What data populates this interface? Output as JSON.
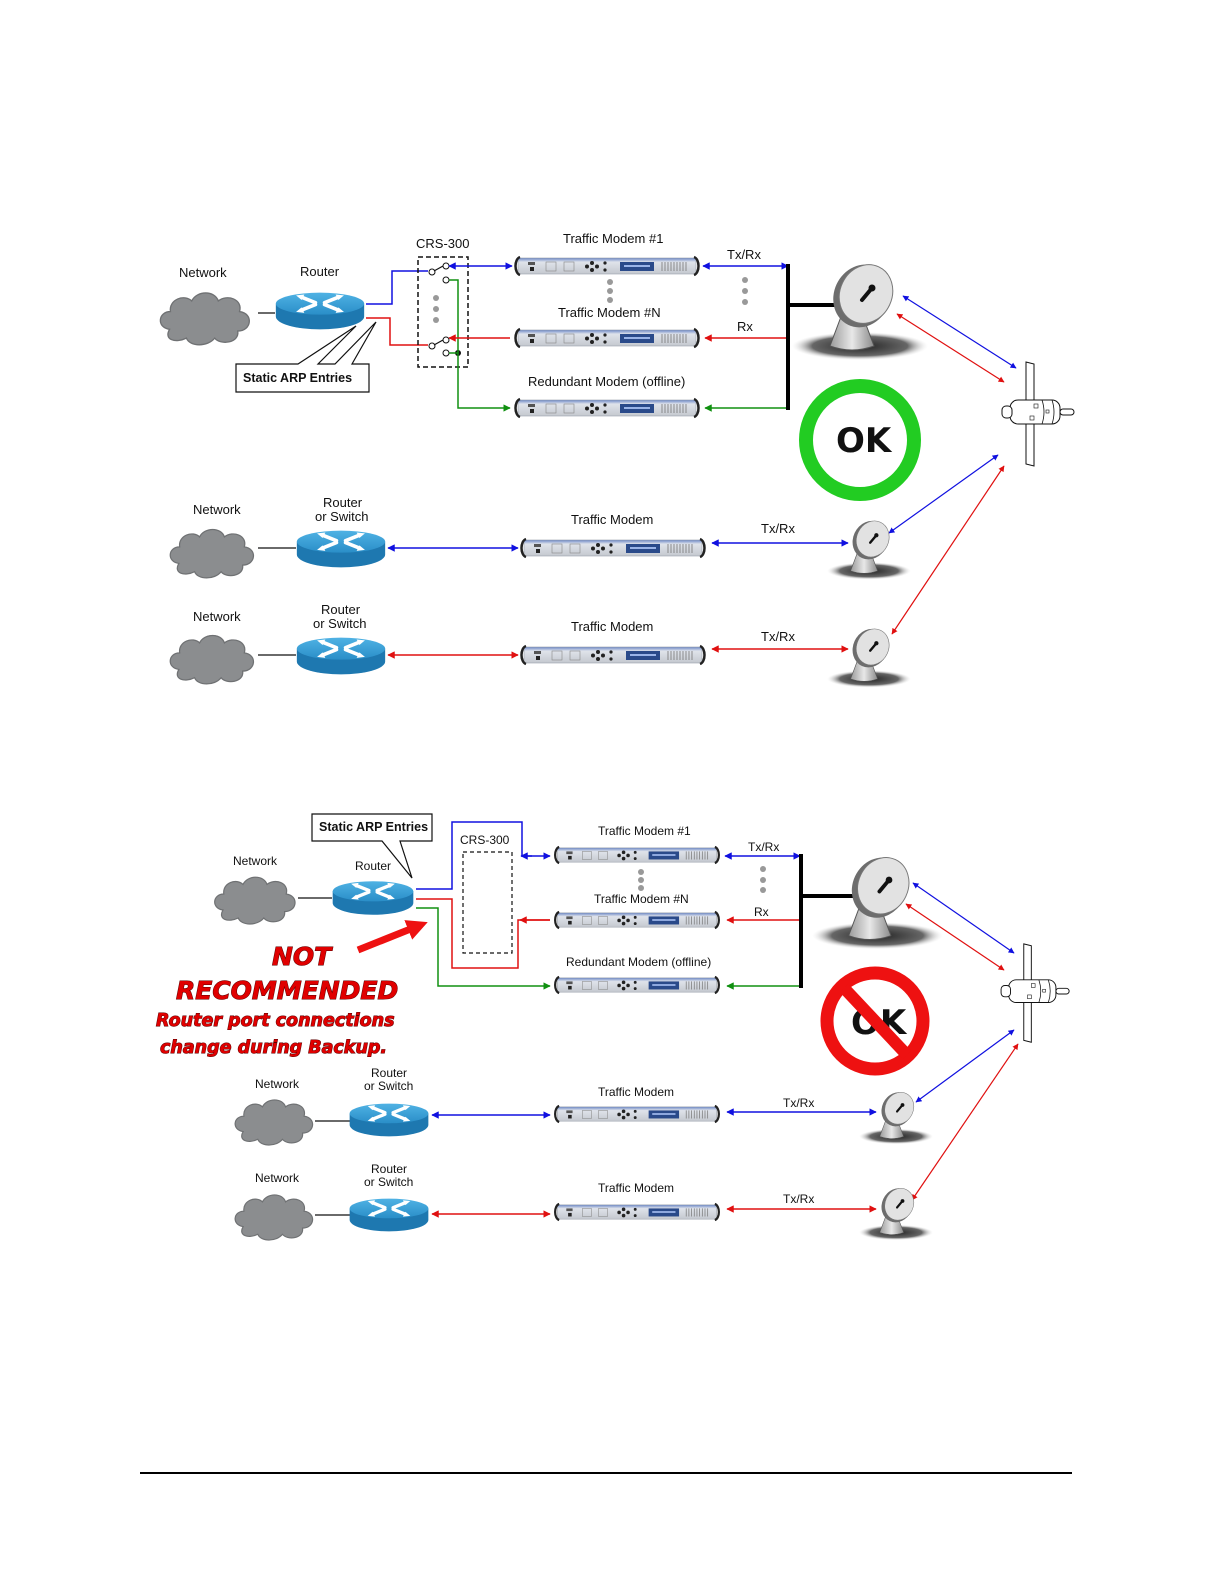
{
  "colors": {
    "tx_rx_blue": "#1010e0",
    "rx_red": "#e01010",
    "backup_green": "#109010",
    "ok_green": "#22cc22",
    "prohibited_red": "#ee1111",
    "router_blue": "#2a8ec8",
    "cloud_gray": "#8a8a8a"
  },
  "recommended": {
    "network_label": "Network",
    "router_label": "Router",
    "callout_label": "Static ARP Entries",
    "switch_label": "CRS-300",
    "modems": [
      {
        "label": "Traffic Modem #1",
        "link": "Tx/Rx"
      },
      {
        "label": "Traffic Modem #N",
        "link": "Rx"
      },
      {
        "label": "Redundant Modem (offline)",
        "link": ""
      }
    ],
    "status_badge": "OK",
    "remote_sites": [
      {
        "network_label": "Network",
        "router_line1": "Router",
        "router_line2": "or Switch",
        "modem_label": "Traffic Modem",
        "link": "Tx/Rx"
      },
      {
        "network_label": "Network",
        "router_line1": "Router",
        "router_line2": "or Switch",
        "modem_label": "Traffic Modem",
        "link": "Tx/Rx"
      }
    ]
  },
  "not_recommended": {
    "network_label": "Network",
    "router_label": "Router",
    "callout_label": "Static ARP Entries",
    "switch_label": "CRS-300",
    "modems": [
      {
        "label": "Traffic Modem #1",
        "link": "Tx/Rx"
      },
      {
        "label": "Traffic Modem #N",
        "link": "Rx"
      },
      {
        "label": "Redundant Modem (offline)",
        "link": ""
      }
    ],
    "status_badge": "OK",
    "warning": {
      "line1": "NOT",
      "line2": "RECOMMENDED",
      "line3": "Router port connections",
      "line4": "change during Backup."
    },
    "remote_sites": [
      {
        "network_label": "Network",
        "router_line1": "Router",
        "router_line2": "or Switch",
        "modem_label": "Traffic Modem",
        "link": "Tx/Rx"
      },
      {
        "network_label": "Network",
        "router_line1": "Router",
        "router_line2": "or Switch",
        "modem_label": "Traffic Modem",
        "link": "Tx/Rx"
      }
    ]
  }
}
